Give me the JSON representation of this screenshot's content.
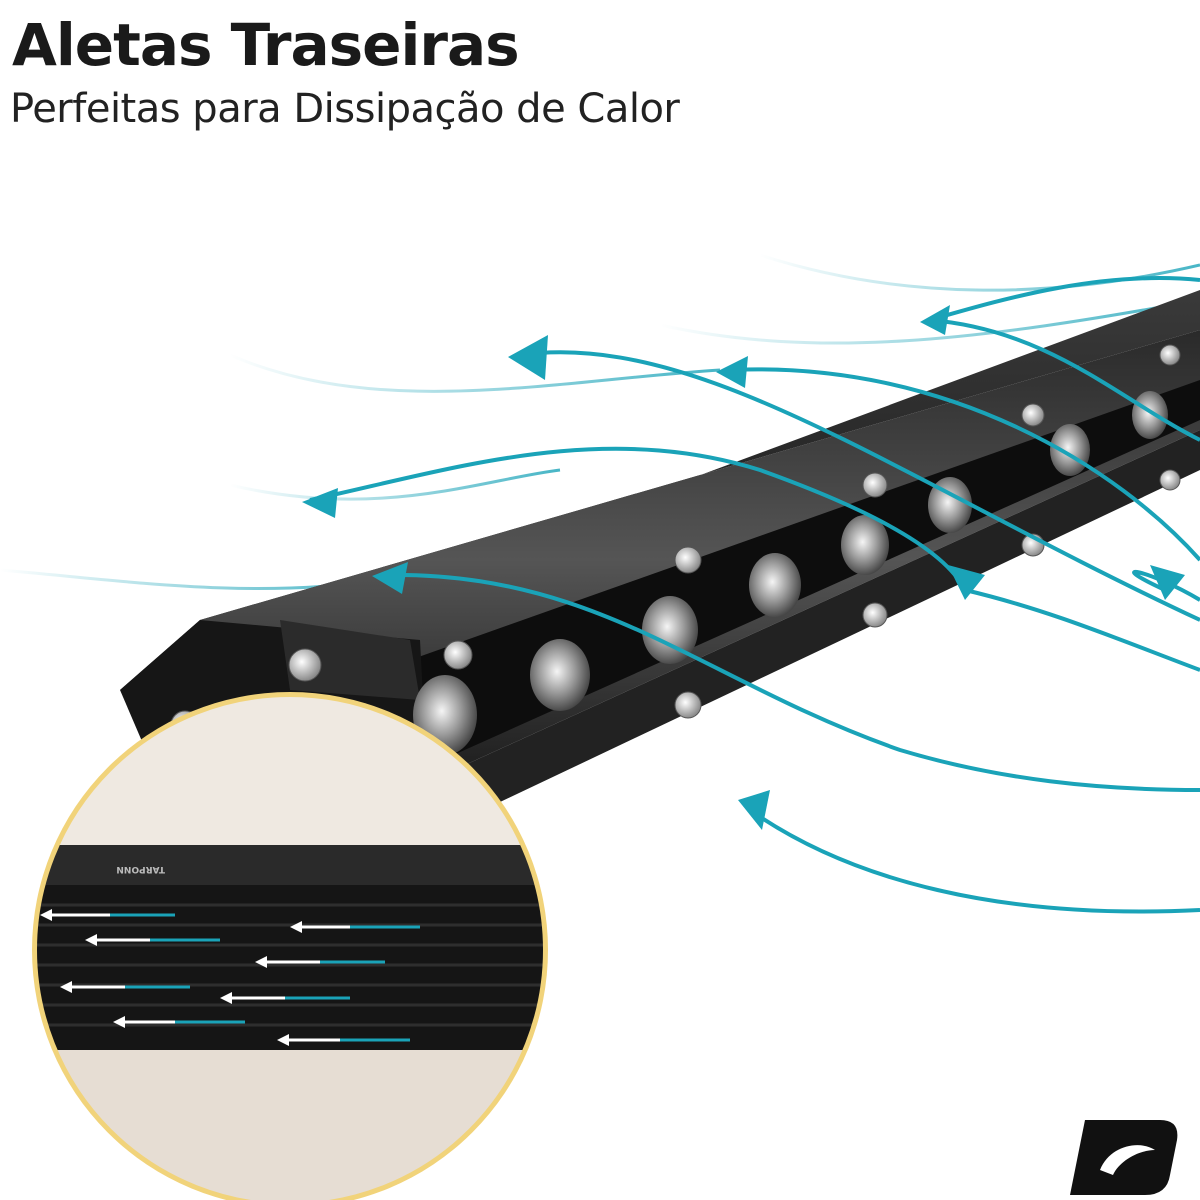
{
  "header": {
    "title": "Aletas Traseiras",
    "subtitle": "Perfeitas para Dissipação de Calor"
  },
  "inset": {
    "brand_text": "TARPONN"
  },
  "colors": {
    "flow_arrow": "#1aa3b8",
    "flow_arrow_faint": "#8fd3de",
    "bar_body": "#1b1b1b",
    "inset_border": "#f1d37a",
    "logo": "#111111"
  },
  "icons": {
    "logo": "brand-logo-icon",
    "flow": "airflow-arrow-icon"
  }
}
